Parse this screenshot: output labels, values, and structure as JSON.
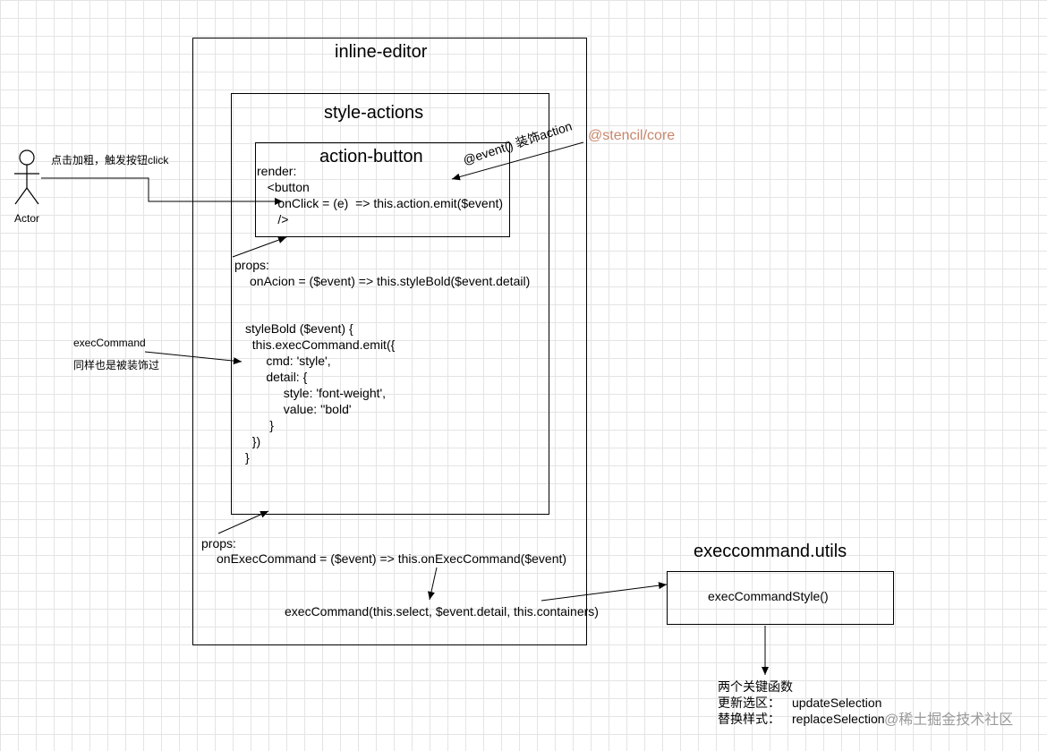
{
  "actor": {
    "label": "Actor"
  },
  "notes": {
    "click": "点击加粗，触发按钮click",
    "exec_command_title": "execCommand",
    "exec_command_sub": "同样也是被装饰过",
    "event_decorator": "@event() 装饰action",
    "stencil": "@stencil/core"
  },
  "inline_editor": {
    "title": "inline-editor",
    "props_label": "props:",
    "props_line": "onExecCommand = ($event) => this.onExecCommand($event)",
    "exec_call": "execCommand(this.select, $event.detail, this.containers)"
  },
  "style_actions": {
    "title": "style-actions",
    "props_label": "props:",
    "props_line": "onAcion = ($event) => this.styleBold($event.detail)",
    "code": [
      "styleBold ($event) {",
      "  this.execCommand.emit({",
      "      cmd: 'style',",
      "      detail: {",
      "           style: 'font-weight',",
      "           value: ''bold'",
      "       }",
      "  })",
      "}"
    ]
  },
  "action_button": {
    "title": "action-button",
    "code": [
      "render:",
      "   <button",
      "      onClick = (e)  => this.action.emit($event)",
      "      />"
    ]
  },
  "utils": {
    "title": "execcommand.utils",
    "fn": "execCommandStyle()",
    "desc_title": "两个关键函数",
    "update_label": "更新选区：",
    "update_fn": "updateSelection",
    "replace_label": "替换样式：",
    "replace_fn": "replaceSelection"
  },
  "watermark": "@稀土掘金技术社区",
  "colors": {
    "stencil": "#c8866b",
    "grid": "#e4e4e4",
    "stroke": "#000000"
  }
}
